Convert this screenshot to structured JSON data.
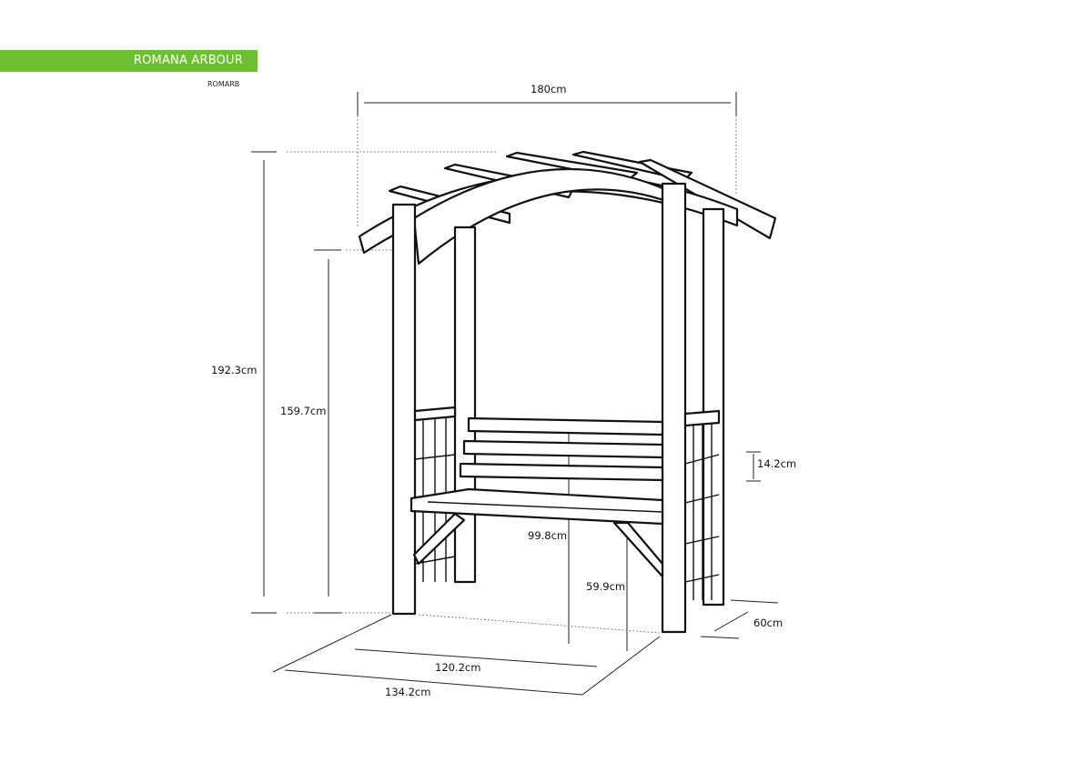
{
  "header": {
    "title": "ROMANA ARBOUR",
    "code": "ROMARB",
    "accent_color": "#6cbf2f"
  },
  "dimensions": {
    "width_top": "180cm",
    "height_total": "192.3cm",
    "height_post": "159.7cm",
    "backrest_height": "99.8cm",
    "seat_height": "59.9cm",
    "slat_spacing": "14.2cm",
    "depth": "60cm",
    "inner_width": "120.2cm",
    "outer_width": "134.2cm"
  }
}
